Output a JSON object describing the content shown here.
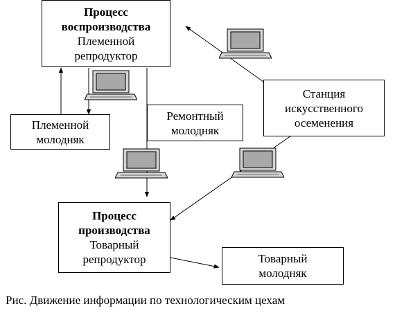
{
  "nodes": {
    "reproduction": {
      "title_line1": "Процесс",
      "title_line2": "воспроизводства",
      "sub_line1": "Племенной",
      "sub_line2": "репродуктор"
    },
    "breeding_young": {
      "line1": "Племенной",
      "line2": "молодняк"
    },
    "repair_young": {
      "line1": "Ремонтный",
      "line2": "молодняк"
    },
    "station": {
      "line1": "Станция",
      "line2": "искусственного",
      "line3": "осеменения"
    },
    "production": {
      "title_line1": "Процесс",
      "title_line2": "производства",
      "sub_line1": "Товарный",
      "sub_line2": "репродуктор"
    },
    "commodity_young": {
      "line1": "Товарный",
      "line2": "молодняк"
    }
  },
  "caption": "Рис. Движение информации по технологическим цехам",
  "icons": [
    "laptop-icon",
    "laptop-icon",
    "laptop-icon",
    "laptop-icon"
  ],
  "colors": {
    "line": "#000000",
    "screen": "#a8a8a8",
    "laptop_body": "#d4d4d4"
  }
}
